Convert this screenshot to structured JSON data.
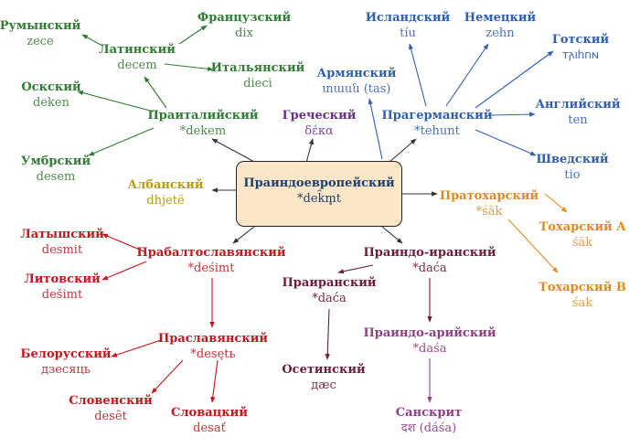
{
  "root": {
    "name": "Праиндоевропейский",
    "word": "*dek̑m̥t"
  },
  "italic": {
    "proto": {
      "name": "Праиталийский",
      "word": "*dekem"
    },
    "latin": {
      "name": "Латинский",
      "word": "decem"
    },
    "romanian": {
      "name": "Румынский",
      "word": "zece"
    },
    "french": {
      "name": "Французский",
      "word": "dix"
    },
    "italian": {
      "name": "Итальянский",
      "word": "dieci"
    },
    "oscan": {
      "name": "Оскский",
      "word": "deken"
    },
    "umbrian": {
      "name": "Умбрский",
      "word": "desem"
    }
  },
  "greek": {
    "name": "Греческий",
    "word": "δέκα"
  },
  "armenian": {
    "name": "Армянский",
    "word": "տասն (tas)"
  },
  "albanian": {
    "name": "Албанский",
    "word": "dhjetë"
  },
  "germanic": {
    "proto": {
      "name": "Прагерманский",
      "word": "*tehunt"
    },
    "icelandic": {
      "name": "Исландский",
      "word": "tíu"
    },
    "german": {
      "name": "Немецкий",
      "word": "zehn"
    },
    "gothic": {
      "name": "Готский",
      "word": "𐍄𐌰𐌹𐌷𐌿𐌽"
    },
    "english": {
      "name": "Английский",
      "word": "ten"
    },
    "swedish": {
      "name": "Шведский",
      "word": "tio"
    }
  },
  "tocharian": {
    "proto": {
      "name": "Пратохарский",
      "word": "*śäk"
    },
    "a": {
      "name": "Тохарский A",
      "word": "śäk"
    },
    "b": {
      "name": "Тохарский B",
      "word": "śak"
    }
  },
  "baltoslavic": {
    "proto": {
      "name": "Прабалтославянский",
      "word": "*deśimt"
    },
    "latvian": {
      "name": "Латышский",
      "word": "desmit"
    },
    "lithuanian": {
      "name": "Литовский",
      "word": "dešimt"
    },
    "slavic": {
      "name": "Праславянский",
      "word": "*desętь"
    },
    "belarusian": {
      "name": "Белорусский",
      "word": "дзесяць"
    },
    "slovenian": {
      "name": "Словенский",
      "word": "desȇt"
    },
    "slovak": {
      "name": "Словацкий",
      "word": "desať"
    }
  },
  "indoiranian": {
    "proto": {
      "name": "Праиндо-иранский",
      "word": "*daća"
    },
    "iranian": {
      "name": "Праиранский",
      "word": "*daća"
    },
    "ossetian": {
      "name": "Осетинский",
      "word": "дæс"
    },
    "indoaryan": {
      "name": "Праиндо-арийский",
      "word": "*daśa"
    },
    "sanskrit": {
      "name": "Санскрит",
      "word": "दश (dáśa)"
    }
  },
  "colors": {
    "italic": "#2e7d32",
    "germanic": "#2f5fb3",
    "greek": "#6a2d91",
    "baltoslavic": "#c3161c",
    "tocharian": "#e08a1f",
    "albanian": "#b8990f",
    "indoiranian": "#6e1a3c",
    "indoaryan": "#8e3f86",
    "root": "#1c3f6e",
    "root_fill": "#fde5c8"
  }
}
